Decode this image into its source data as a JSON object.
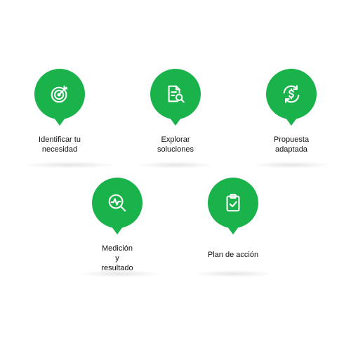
{
  "colors": {
    "accent": "#19b24b",
    "text": "#111111",
    "background": "#ffffff"
  },
  "steps": [
    {
      "icon": "target-icon",
      "label": "Identificar tu\nnecesidad"
    },
    {
      "icon": "document-search-icon",
      "label": "Explorar\nsoluciones"
    },
    {
      "icon": "dollar-exchange-icon",
      "label": "Propuesta\nadaptada"
    },
    {
      "icon": "chart-magnifier-icon",
      "label": "Medición\ny\nresultado"
    },
    {
      "icon": "clipboard-check-icon",
      "label": "Plan de acción"
    }
  ]
}
